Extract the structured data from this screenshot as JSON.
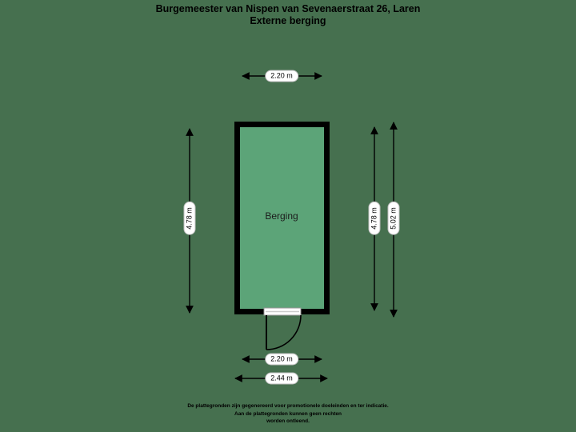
{
  "title": {
    "line1": "Burgemeester van Nispen van Sevenaerstraat 26, Laren",
    "line2": "Externe berging"
  },
  "floorplan": {
    "room_label": "Berging",
    "dimensions": {
      "top_width": "2.20 m",
      "left_height": "4.78 m",
      "right_inner_height": "4.78 m",
      "right_outer_height": "5.02 m",
      "bottom_inner_width": "2.20 m",
      "bottom_outer_width": "2.44 m"
    },
    "colors": {
      "background": "#46704F",
      "room_fill": "#5CA478",
      "wall": "#000000",
      "dim_line": "#000000",
      "pill_bg": "#FFFFFF",
      "pill_border": "#BDBDBD",
      "threshold_fill": "#FFFFFF",
      "threshold_border": "#999999",
      "text": "#000000"
    }
  },
  "disclaimer": {
    "line1": "De plattegronden zijn gegenereerd voor promotionele doeleinden en ter indicatie.",
    "line2": "Aan de plattegronden kunnen geen rechten",
    "line3": "worden ontleend."
  }
}
